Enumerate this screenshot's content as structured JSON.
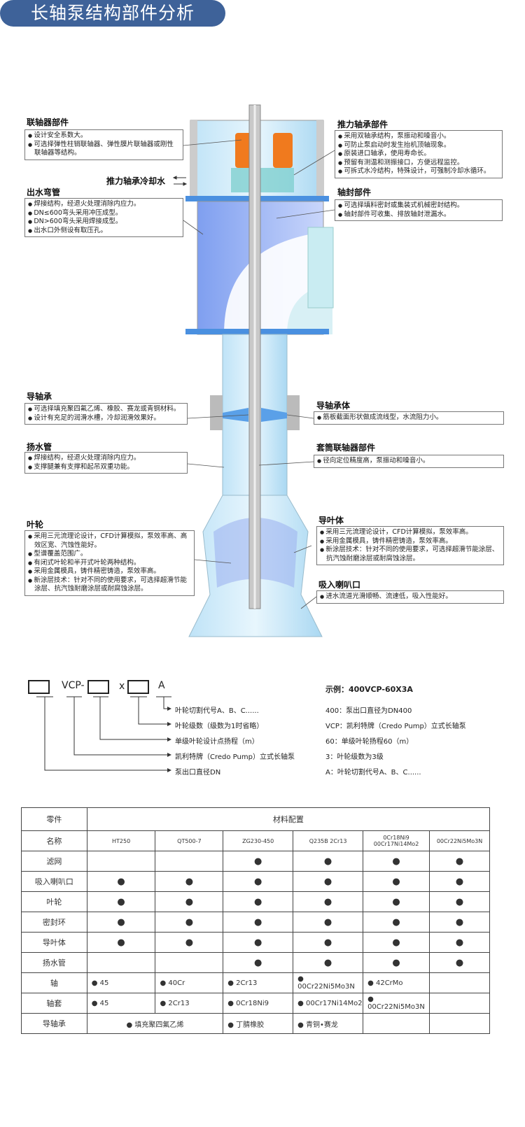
{
  "title": "长轴泵结构部件分析",
  "callouts": {
    "coupling": {
      "heading": "联轴器部件",
      "items": [
        "设计安全系数大。",
        "可选择弹性柱销联轴器、弹性膜片联轴器或刚性联轴器等结构。"
      ]
    },
    "cooling_label": "推力轴承冷却水",
    "elbow": {
      "heading": "出水弯管",
      "items": [
        "焊接结构，经退火处理消除内应力。",
        "DN≤600弯头采用冲压成型。",
        "DN>600弯头采用焊接成型。",
        "出水口外侧设有取压孔。"
      ]
    },
    "thrust": {
      "heading": "推力轴承部件",
      "items": [
        "采用双轴承结构，泵振动和噪音小。",
        "可防止泵启动时发生抬机顶轴现象。",
        "原装进口轴承，使用寿命长。",
        "预留有测温和测振接口，方便远程监控。",
        "可拆式水冷结构，特殊设计，可强制冷却水循环。"
      ]
    },
    "seal": {
      "heading": "轴封部件",
      "items": [
        "可选择填料密封或集装式机械密封结构。",
        "轴封部件可收集、排放轴封泄漏水。"
      ]
    },
    "guide_bearing": {
      "heading": "导轴承",
      "items": [
        "可选择填充聚四氟乙烯、橡胶、赛龙或青铜材料。",
        "设计有充足的润滑水槽，冷却润滑效果好。"
      ]
    },
    "column": {
      "heading": "扬水管",
      "items": [
        "焊接结构，经退火处理消除内应力。",
        "支撑腿兼有支撑和起吊双重功能。"
      ]
    },
    "bearing_body": {
      "heading": "导轴承体",
      "items": [
        "筋板截面形状做成流线型，水流阻力小。"
      ]
    },
    "sleeve": {
      "heading": "套筒联轴器部件",
      "items": [
        "径向定位精度高，泵振动和噪音小。"
      ]
    },
    "impeller": {
      "heading": "叶轮",
      "items": [
        "采用三元流理论设计，CFD计算模拟，泵效率高、高效区宽、汽蚀性能好。",
        "型谱覆盖范围广。",
        "有闭式叶轮和半开式叶轮两种结构。",
        "采用金属模具，铸件精密铸造，泵效率高。",
        "新涂层技术：针对不同的使用要求，可选择超滑节能涂层、抗汽蚀耐磨涂层或耐腐蚀涂层。"
      ]
    },
    "diffuser": {
      "heading": "导叶体",
      "items": [
        "采用三元流理论设计，CFD计算模拟，泵效率高。",
        "采用金属模具，铸件精密铸造，泵效率高。",
        "新涂层技术：针对不同的使用要求，可选择超滑节能涂层、抗汽蚀耐磨涂层或耐腐蚀涂层。"
      ]
    },
    "bell": {
      "heading": "吸入喇叭口",
      "items": [
        "进水流道光滑顺畅、流速低，吸入性能好。"
      ]
    }
  },
  "model": {
    "parts": {
      "vcp": "VCP-",
      "x": "x",
      "a": "A"
    },
    "legend": [
      "叶轮切割代号A、B、C......",
      "叶轮级数（级数为1时省略）",
      "单级叶轮设计点扬程（m）",
      "凯利特牌（Credo Pump）立式长轴泵",
      "泵出口直径DN"
    ],
    "example_title": "示例：400VCP-60X3A",
    "example": [
      "400：泵出口直径为DN400",
      "VCP：凯利特牌（Credo Pump）立式长轴泵",
      "60：单级叶轮扬程60（m）",
      "3：叶轮级数为3级",
      "A：叶轮切割代号A、B、C......"
    ]
  },
  "table": {
    "col_part": "零件",
    "col_material": "材料配置",
    "header": [
      "名称",
      "HT250",
      "QT500-7",
      "ZG230-450",
      "Q235B 2Cr13",
      "0Cr18Ni9 00Cr17Ni14Mo2",
      "00Cr22Ni5Mo3N"
    ],
    "rows": [
      [
        "滤网",
        "",
        "",
        "●",
        "●",
        "●",
        "●"
      ],
      [
        "吸入喇叭口",
        "●",
        "●",
        "●",
        "●",
        "●",
        "●"
      ],
      [
        "叶轮",
        "●",
        "●",
        "●",
        "●",
        "●",
        "●"
      ],
      [
        "密封环",
        "●",
        "●",
        "●",
        "●",
        "●",
        "●"
      ],
      [
        "导叶体",
        "●",
        "●",
        "●",
        "●",
        "●",
        "●"
      ],
      [
        "扬水管",
        "",
        "",
        "●",
        "●",
        "●",
        "●"
      ],
      [
        "轴",
        "● 45",
        "● 40Cr",
        "● 2Cr13",
        "● 00Cr22Ni5Mo3N",
        "● 42CrMo",
        ""
      ],
      [
        "轴套",
        "● 45",
        "● 2Cr13",
        "● 0Cr18Ni9",
        "● 00Cr17Ni14Mo2",
        "● 00Cr22Ni5Mo3N",
        ""
      ]
    ],
    "last_row": {
      "label": "导轴承",
      "a": "● 填充聚四氟乙烯",
      "b": "● 丁腈橡胶",
      "c": "● 青铜•赛龙"
    }
  }
}
